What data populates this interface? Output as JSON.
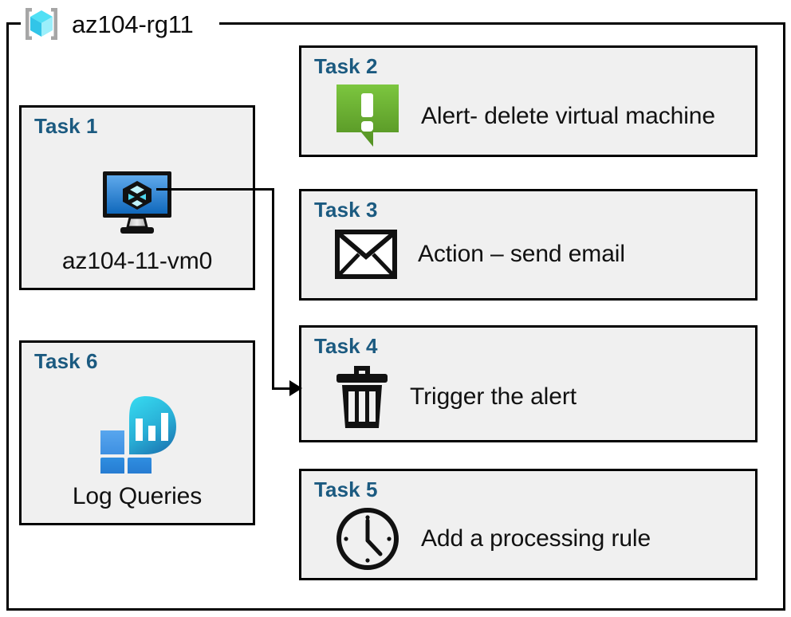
{
  "resource_group": {
    "name": "az104-rg11",
    "icon": "azure-resource-group-icon"
  },
  "theme": {
    "task_label_color": "#1B5A80",
    "box_background": "#F0F0F0",
    "box_border": "#000000",
    "frame_border": "#000000",
    "alert_green_light": "#76C043",
    "alert_green_dark": "#55941F",
    "vm_blue_light": "#5BA5E8",
    "vm_blue_dark": "#1266B8",
    "log_tile_blue_light": "#4A9BEA",
    "log_tile_blue_dark": "#2B85DB",
    "log_blob_teal": "#2FD0E8",
    "log_blob_blue": "#1E7FB8",
    "cube_cyan": "#5ADBF5"
  },
  "tasks": [
    {
      "id": "task-1",
      "label": "Task 1",
      "caption": "az104-11-vm0",
      "icon": "virtual-machine-icon",
      "column": "left"
    },
    {
      "id": "task-2",
      "label": "Task 2",
      "caption": "Alert- delete virtual machine",
      "icon": "alert-bubble-icon",
      "column": "right"
    },
    {
      "id": "task-3",
      "label": "Task 3",
      "caption": "Action – send email",
      "icon": "envelope-icon",
      "column": "right"
    },
    {
      "id": "task-4",
      "label": "Task 4",
      "caption": "Trigger the alert",
      "icon": "trash-can-icon",
      "column": "right"
    },
    {
      "id": "task-5",
      "label": "Task 5",
      "caption": "Add a processing rule",
      "icon": "clock-icon",
      "column": "right"
    },
    {
      "id": "task-6",
      "label": "Task 6",
      "caption": "Log Queries",
      "icon": "log-analytics-icon",
      "column": "left"
    }
  ],
  "connector": {
    "from": "task-1",
    "to": "task-4",
    "arrow": "arrowhead-right"
  }
}
